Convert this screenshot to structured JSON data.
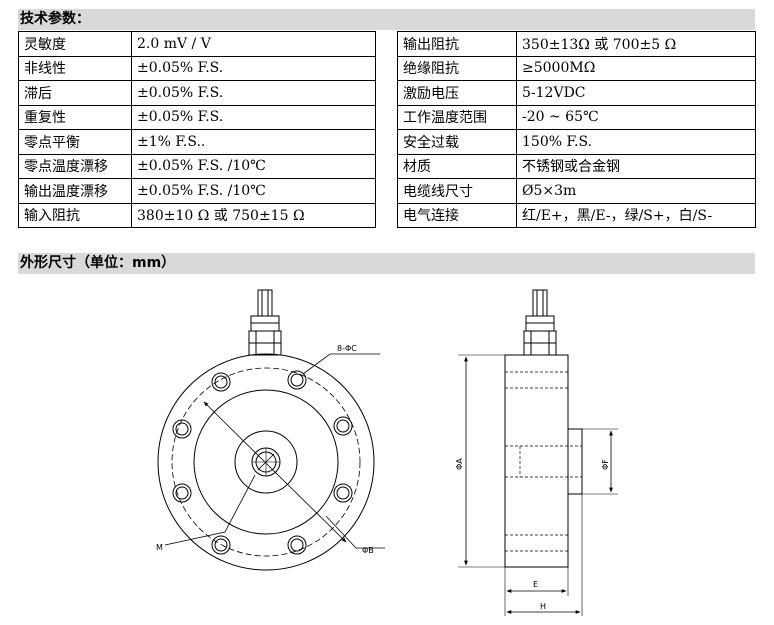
{
  "sections": {
    "tech_title": "技术参数：",
    "dim_title": "外形尺寸（单位：mm）"
  },
  "specs_left": [
    {
      "label": "灵敏度",
      "value": "2.0 mV / V"
    },
    {
      "label": "非线性",
      "value": "±0.05% F.S."
    },
    {
      "label": "滞后",
      "value": "±0.05% F.S."
    },
    {
      "label": "重复性",
      "value": "±0.05% F.S."
    },
    {
      "label": "零点平衡",
      "value": "±1% F.S.."
    },
    {
      "label": "零点温度漂移",
      "value": "±0.05% F.S. /10℃"
    },
    {
      "label": "输出温度漂移",
      "value": "±0.05% F.S. /10℃"
    },
    {
      "label": "输入阻抗",
      "value": "380±10 Ω 或 750±15 Ω"
    }
  ],
  "specs_right": [
    {
      "label": "输出阻抗",
      "value": "350±13Ω 或 700±5 Ω"
    },
    {
      "label": "绝缘阻抗",
      "value": "≥5000MΩ"
    },
    {
      "label": "激励电压",
      "value": "5-12VDC"
    },
    {
      "label": "工作温度范围",
      "value": "-20 ~ 65℃"
    },
    {
      "label": "安全过载",
      "value": "150% F.S."
    },
    {
      "label": "材质",
      "value": "不锈钢或合金钢"
    },
    {
      "label": "电缆线尺寸",
      "value": "Ø5×3m"
    },
    {
      "label": "电气连接",
      "value": "红/E+，黑/E-，绿/S+，白/S-"
    }
  ],
  "drawing": {
    "label_holes": "8-ΦC",
    "label_m": "M",
    "label_b": "ΦB",
    "label_a": "ΦA",
    "label_f": "ΦF",
    "label_e": "E",
    "label_h": "H"
  }
}
